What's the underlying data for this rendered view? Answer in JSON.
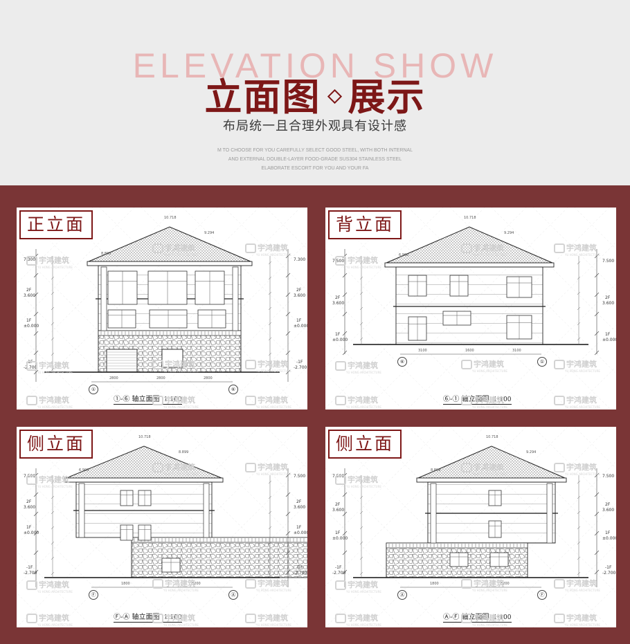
{
  "header": {
    "bg_title": "ELEVATION SHOW",
    "title_left": "立面图",
    "title_right": "展示",
    "subtitle": "布局统一且合理外观具有设计感",
    "english": [
      "M TO CHOOSE FOR YOU CAREFULLY SELECT GOOD STEEL, WITH BOTH INTERNAL",
      "AND EXTERNAL DOUBLE-LAYER FOOD-GRADE SUS304 STAINLESS STEEL",
      "ELABORATE ESCORT FOR YOU AND YOUR FA"
    ]
  },
  "watermark": {
    "name": "宇鸿建筑",
    "sub": "YU HONG ARCHITECTURE"
  },
  "panels": [
    {
      "label": "正立面",
      "caption": "①-⑥ 轴立面图",
      "scale": "1:100",
      "top": "10.718",
      "ridge": "9.294",
      "roof": "8.800",
      "eave": "7.300",
      "f2": "3.600",
      "f1": "±0.000",
      "fm1": "-2.700",
      "dims": [
        "2800",
        "2800",
        "2800"
      ],
      "axes": [
        "①",
        "⑥"
      ]
    },
    {
      "label": "背立面",
      "caption": "⑥-① 轴立面图",
      "scale": "1:100",
      "top": "10.718",
      "ridge": "9.294",
      "roof": "6.900",
      "eave": "7.500",
      "f2": "3.600",
      "f1": "±0.000",
      "fm1": "",
      "dims": [
        "3100",
        "1600",
        "3100"
      ],
      "axes": [
        "⑥",
        "①"
      ]
    },
    {
      "label": "侧立面",
      "caption": "Ⓕ-Ⓐ 轴立面图",
      "scale": "1:100",
      "top": "10.718",
      "ridge": "8.899",
      "roof": "6.900",
      "eave": "7.500",
      "f2": "3.600",
      "f1": "±0.000",
      "fm1": "-2.700",
      "dims": [
        "1800",
        "3200"
      ],
      "axes": [
        "Ⓕ",
        "Ⓐ"
      ]
    },
    {
      "label": "侧立面",
      "caption": "Ⓐ-Ⓕ 轴立面图",
      "scale": "1:100",
      "top": "10.718",
      "ridge": "9.294",
      "roof": "8.899",
      "eave": "7.500",
      "f2": "3.600",
      "f1": "±0.000",
      "fm1": "-2.700",
      "dims": [
        "1800",
        "3200"
      ],
      "axes": [
        "Ⓐ",
        "Ⓕ"
      ]
    }
  ],
  "floor_labels": {
    "f2": "2F",
    "f1": "1F",
    "fm1": "-1F"
  },
  "colors": {
    "header_bg": "#ececec",
    "content_bg": "#7a3536",
    "accent": "#7d1717",
    "bg_title": "#e8b6b6"
  }
}
